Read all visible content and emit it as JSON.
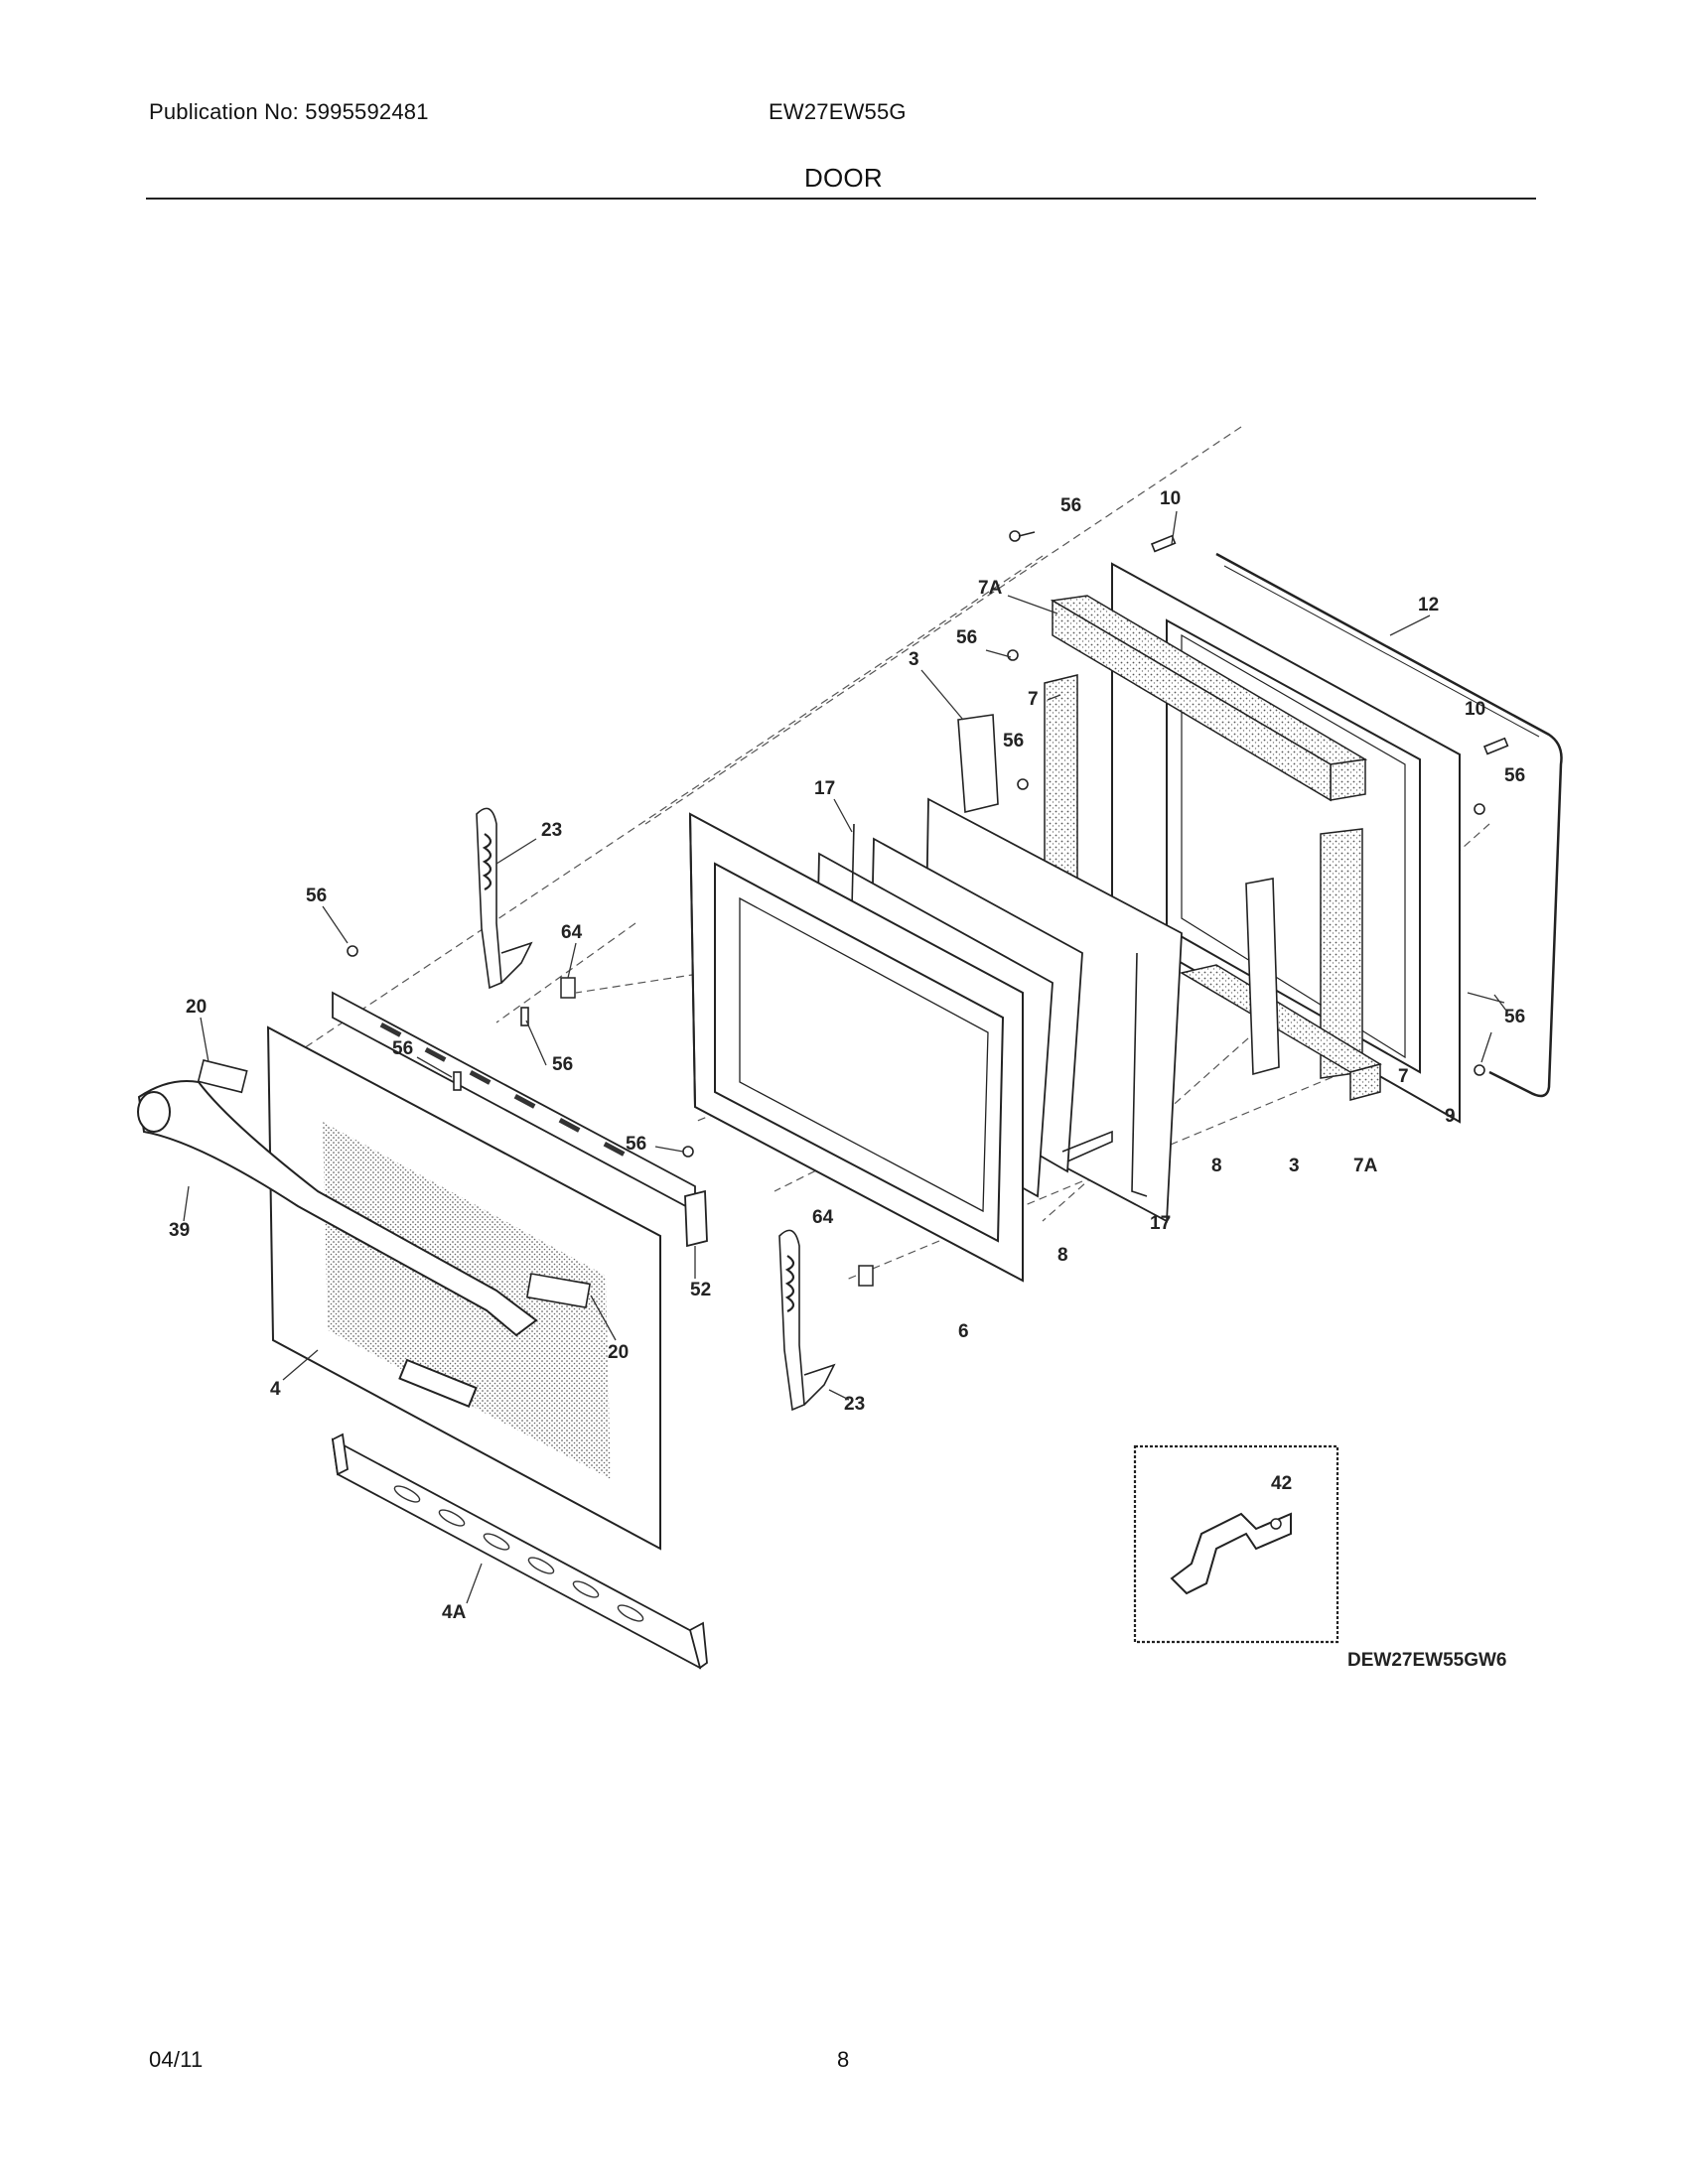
{
  "header": {
    "publication": "Publication No: 5995592481",
    "model": "EW27EW55G",
    "section": "DOOR"
  },
  "footer": {
    "date": "04/11",
    "page": "8"
  },
  "diagram": {
    "code": "DEW27EW55GW6",
    "callouts": {
      "c56a": "56",
      "c10a": "10",
      "c7a_top": "7A",
      "c12": "12",
      "c56b": "56",
      "c3a": "3",
      "c7a": "7",
      "c10b": "10",
      "c56c": "56",
      "c56d": "56",
      "c17a": "17",
      "c23a": "23",
      "c56e": "56",
      "c64a": "64",
      "c20a": "20",
      "c56f": "56",
      "c56g": "56",
      "c56h": "56",
      "c39": "39",
      "c52": "52",
      "c64b": "64",
      "c20b": "20",
      "c4": "4",
      "c6": "6",
      "c23b": "23",
      "c8a": "8",
      "c8b": "8",
      "c3b": "3",
      "c7a_bot": "7A",
      "c7b": "7",
      "c9": "9",
      "c56i": "56",
      "c17b": "17",
      "c4a": "4A",
      "c42": "42"
    }
  }
}
